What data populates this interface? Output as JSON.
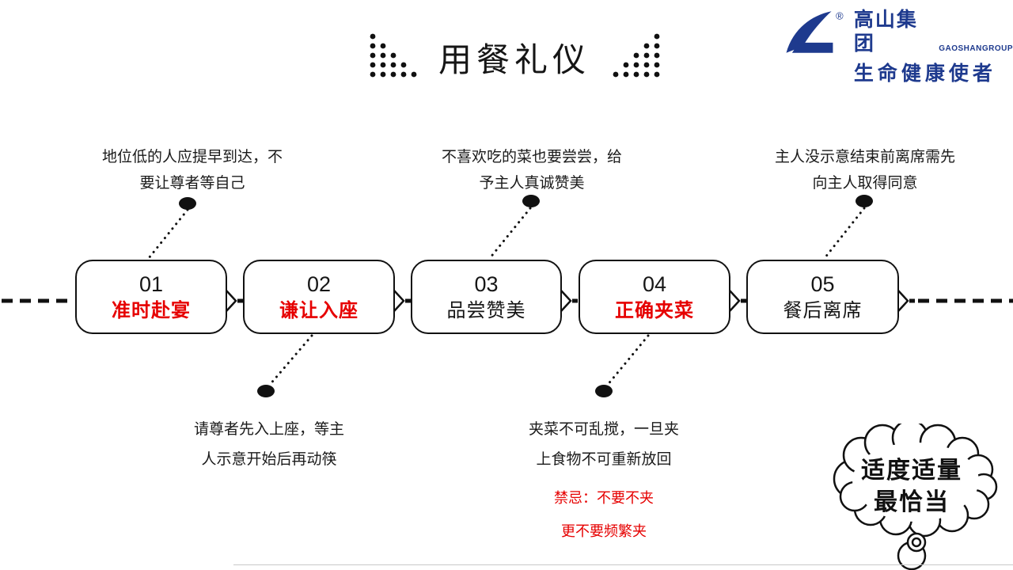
{
  "slide": {
    "title": "用餐礼仪",
    "logo": {
      "name": "高山集团",
      "name_en": "GAOSHANGROUP",
      "slogan": "生命健康使者",
      "registered_mark": "®",
      "brand_color": "#1e3a8e"
    },
    "colors": {
      "accent_red": "#e60000",
      "line_black": "#111111"
    },
    "steps": [
      {
        "num": "01",
        "label": "准时赴宴",
        "label_color": "red",
        "note_position": "above",
        "note_lines": [
          "地位低的人应提早到达，不",
          "要让尊者等自己"
        ]
      },
      {
        "num": "02",
        "label": "谦让入座",
        "label_color": "red",
        "note_position": "below",
        "note_lines": [
          "请尊者先入上座，等主",
          "人示意开始后再动筷"
        ]
      },
      {
        "num": "03",
        "label": "品尝赞美",
        "label_color": "black",
        "note_position": "above",
        "note_lines": [
          "不喜欢吃的菜也要尝尝，给",
          "予主人真诚赞美"
        ]
      },
      {
        "num": "04",
        "label": "正确夹菜",
        "label_color": "red",
        "note_position": "below",
        "note_lines": [
          "夹菜不可乱搅，一旦夹",
          "上食物不可重新放回"
        ],
        "warning_lines": [
          "禁忌：不要不夹",
          "更不要频繁夹"
        ]
      },
      {
        "num": "05",
        "label": "餐后离席",
        "label_color": "black",
        "note_position": "above",
        "note_lines": [
          "主人没示意结束前离席需先",
          "向主人取得同意"
        ]
      }
    ],
    "cloud": {
      "lines": [
        "适度适量",
        "最恰当"
      ]
    }
  }
}
